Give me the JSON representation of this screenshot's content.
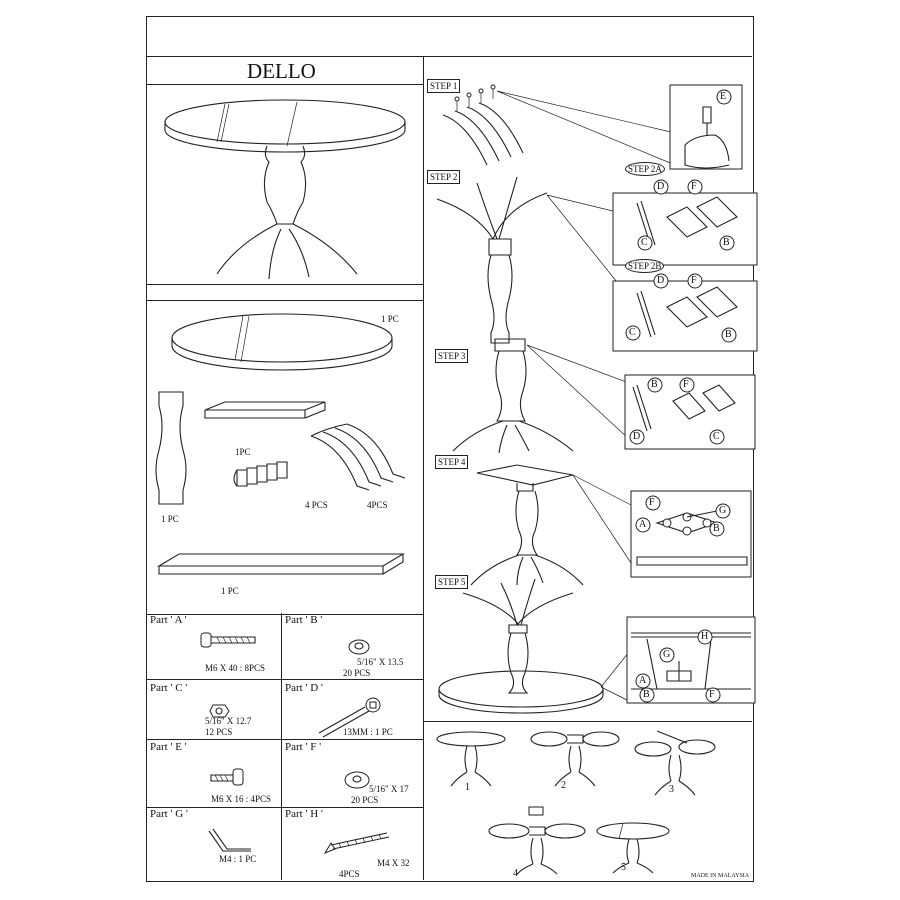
{
  "product_name": "DELLO",
  "components": {
    "tabletop_qty": "1 PC",
    "plate_qty": "1PC",
    "column_qty": "1 PC",
    "blocks_qty": "4 PCS",
    "legs_qty": "4PCS",
    "leaf_qty": "1 PC"
  },
  "parts": [
    {
      "label": "Part ' A '",
      "spec": "M6 X 40 : 8PCS",
      "spec2": ""
    },
    {
      "label": "Part ' B '",
      "spec": "5/16\" X 13.5",
      "spec2": "20 PCS"
    },
    {
      "label": "Part ' C '",
      "spec": "5/16\" X 12.7",
      "spec2": "12 PCS"
    },
    {
      "label": "Part ' D '",
      "spec": "13MM : 1 PC",
      "spec2": ""
    },
    {
      "label": "Part ' E '",
      "spec": "M6 X 16 : 4PCS",
      "spec2": ""
    },
    {
      "label": "Part ' F '",
      "spec": "5/16\" X 17",
      "spec2": "20 PCS"
    },
    {
      "label": "Part ' G '",
      "spec": "M4 : 1 PC",
      "spec2": ""
    },
    {
      "label": "Part ' H '",
      "spec": "M4 X 32",
      "spec2": "4PCS"
    }
  ],
  "steps": {
    "s1": "STEP 1",
    "s2": "STEP 2",
    "s2a": "STEP 2A",
    "s2b": "STEP 2B",
    "s3": "STEP 3",
    "s4": "STEP 4",
    "s5": "STEP 5"
  },
  "callouts": {
    "A": "A",
    "B": "B",
    "C": "C",
    "D": "D",
    "E": "E",
    "F": "F",
    "G": "G",
    "H": "H"
  },
  "extend_steps": [
    "1",
    "2",
    "3",
    "4",
    "5"
  ],
  "footer": "MADE IN MALAYSIA"
}
